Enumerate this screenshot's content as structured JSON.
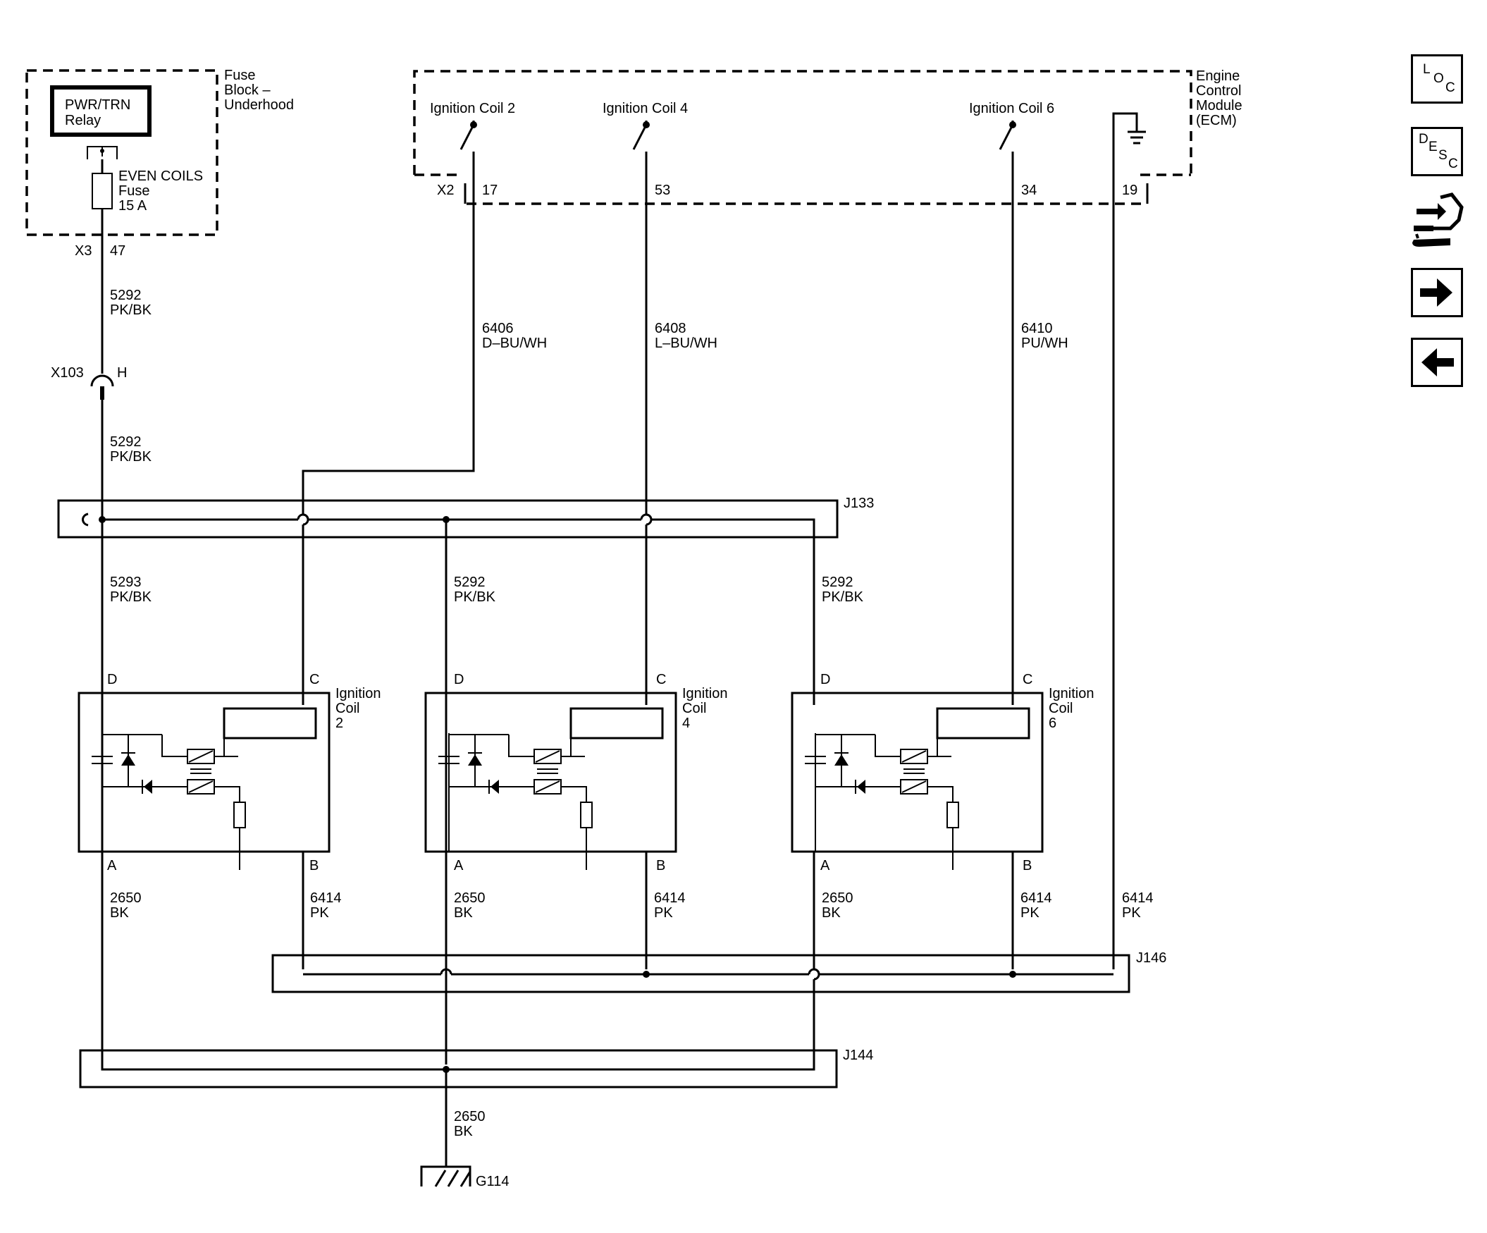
{
  "fuse_block": {
    "title_lines": [
      "Fuse",
      "Block –",
      "Underhood"
    ],
    "relay_lines": [
      "PWR/TRN",
      "Relay"
    ],
    "fuse_lines": [
      "EVEN COILS",
      "Fuse",
      "15 A"
    ],
    "connector": "X3",
    "pin": "47"
  },
  "ecm": {
    "title_lines": [
      "Engine",
      "Control",
      "Module",
      "(ECM)"
    ],
    "connector": "X2",
    "drivers": [
      "Ignition Coil 2",
      "Ignition Coil 4",
      "Ignition Coil 6"
    ],
    "pins": [
      "17",
      "53",
      "34",
      "19"
    ]
  },
  "wires": {
    "w1": [
      "5292",
      "PK/BK"
    ],
    "w2": [
      "5292",
      "PK/BK"
    ],
    "w3": [
      "5293",
      "PK/BK"
    ],
    "w4": [
      "5292",
      "PK/BK"
    ],
    "w5": [
      "5292",
      "PK/BK"
    ],
    "w6406": [
      "6406",
      "D–BU/WH"
    ],
    "w6408": [
      "6408",
      "L–BU/WH"
    ],
    "w6410": [
      "6410",
      "PU/WH"
    ],
    "gnd1": [
      "2650",
      "BK"
    ],
    "gnd2": [
      "2650",
      "BK"
    ],
    "gnd3": [
      "2650",
      "BK"
    ],
    "gnd4": [
      "2650",
      "BK"
    ],
    "ref1": [
      "6414",
      "PK"
    ],
    "ref2": [
      "6414",
      "PK"
    ],
    "ref3": [
      "6414",
      "PK"
    ],
    "ref4": [
      "6414",
      "PK"
    ]
  },
  "inline_connector": {
    "name": "X103",
    "pin": "H"
  },
  "splices": [
    "J133",
    "J146",
    "J144"
  ],
  "coils": [
    {
      "label_lines": [
        "Ignition",
        "Coil",
        "2"
      ],
      "pins": [
        "D",
        "C",
        "A",
        "B"
      ]
    },
    {
      "label_lines": [
        "Ignition",
        "Coil",
        "4"
      ],
      "pins": [
        "D",
        "C",
        "A",
        "B"
      ]
    },
    {
      "label_lines": [
        "Ignition",
        "Coil",
        "6"
      ],
      "pins": [
        "D",
        "C",
        "A",
        "B"
      ]
    }
  ],
  "ground": "G114",
  "nav": {
    "loc_letters": [
      "L",
      "O",
      "C"
    ],
    "desc_letters": [
      "D",
      "E",
      "S",
      "C"
    ],
    "icons": [
      "connector-end-view-icon",
      "next-page-arrow-icon",
      "previous-page-arrow-icon"
    ]
  }
}
